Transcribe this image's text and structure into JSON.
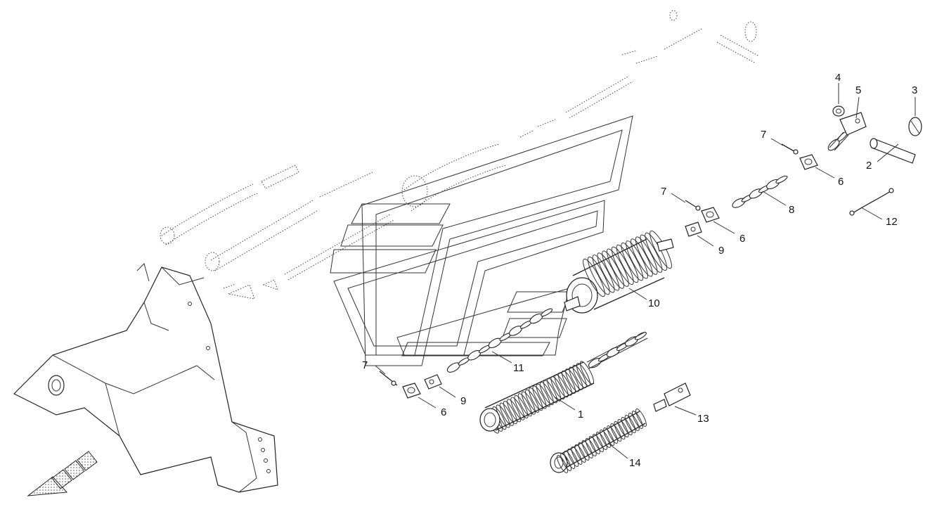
{
  "diagram": {
    "callouts": [
      {
        "id": "c1",
        "label": "1"
      },
      {
        "id": "c2",
        "label": "2"
      },
      {
        "id": "c3",
        "label": "3"
      },
      {
        "id": "c4",
        "label": "4"
      },
      {
        "id": "c5",
        "label": "5"
      },
      {
        "id": "c6a",
        "label": "6"
      },
      {
        "id": "c6b",
        "label": "6"
      },
      {
        "id": "c6c",
        "label": "6"
      },
      {
        "id": "c7a",
        "label": "7"
      },
      {
        "id": "c7b",
        "label": "7"
      },
      {
        "id": "c7c",
        "label": "7"
      },
      {
        "id": "c8",
        "label": "8"
      },
      {
        "id": "c9a",
        "label": "9"
      },
      {
        "id": "c9b",
        "label": "9"
      },
      {
        "id": "c10",
        "label": "10"
      },
      {
        "id": "c11",
        "label": "11"
      },
      {
        "id": "c12",
        "label": "12"
      },
      {
        "id": "c13",
        "label": "13"
      },
      {
        "id": "c14",
        "label": "14"
      }
    ]
  }
}
